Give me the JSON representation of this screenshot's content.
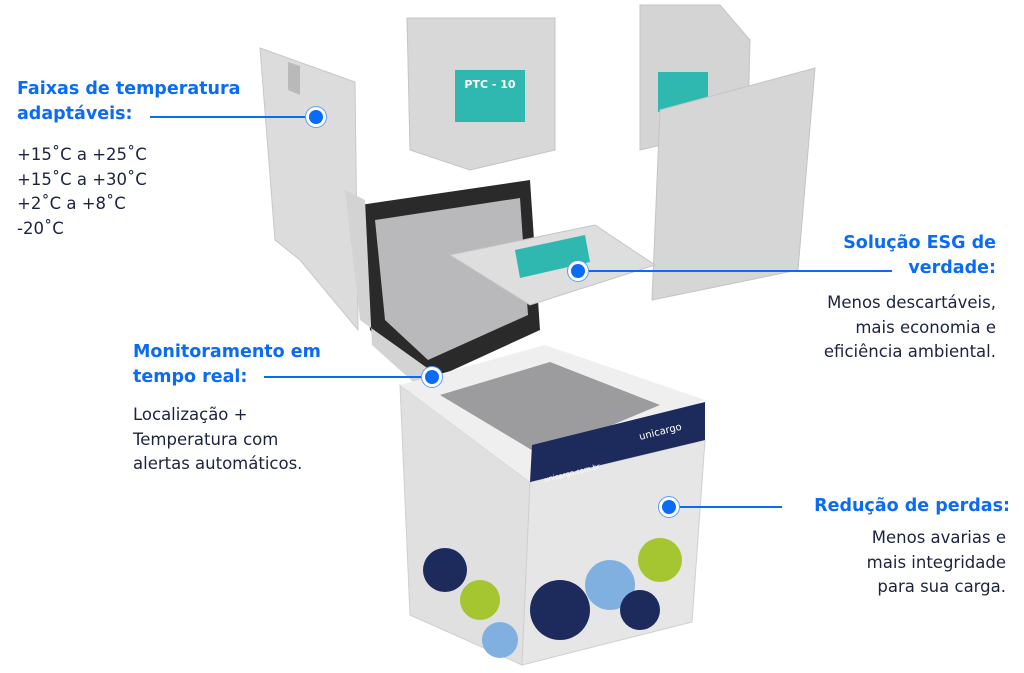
{
  "callouts": {
    "temperature": {
      "title_lines": [
        "Faixas de temperatura",
        "adaptáveis:"
      ],
      "body_lines": [
        "+15˚C a +25˚C",
        "+15˚C a +30˚C",
        "+2˚C a +8˚C",
        "-20˚C"
      ]
    },
    "monitoring": {
      "title_lines": [
        "Monitoramento em",
        "tempo real:"
      ],
      "body_lines": [
        "Localização +",
        "Temperatura com",
        "alertas automáticos."
      ]
    },
    "esg": {
      "title_lines": [
        "Solução ESG de",
        "verdade:"
      ],
      "body_lines": [
        "Menos descartáveis,",
        "mais economia e",
        "eficiência ambiental."
      ]
    },
    "losses": {
      "title_lines": [
        "Redução de perdas:"
      ],
      "body_lines": [
        "Menos avarias e",
        "mais integridade",
        "para sua carga."
      ]
    }
  },
  "product_labels": {
    "ice_pack": "PTC - 10",
    "brand": "unicargo",
    "website": "unicargo.com.br"
  },
  "colors": {
    "accent": "#0a6cf5",
    "text": "#1b2340",
    "navy": "#1d2a5c",
    "lime": "#a5c531",
    "light_blue": "#7fb0e0"
  }
}
